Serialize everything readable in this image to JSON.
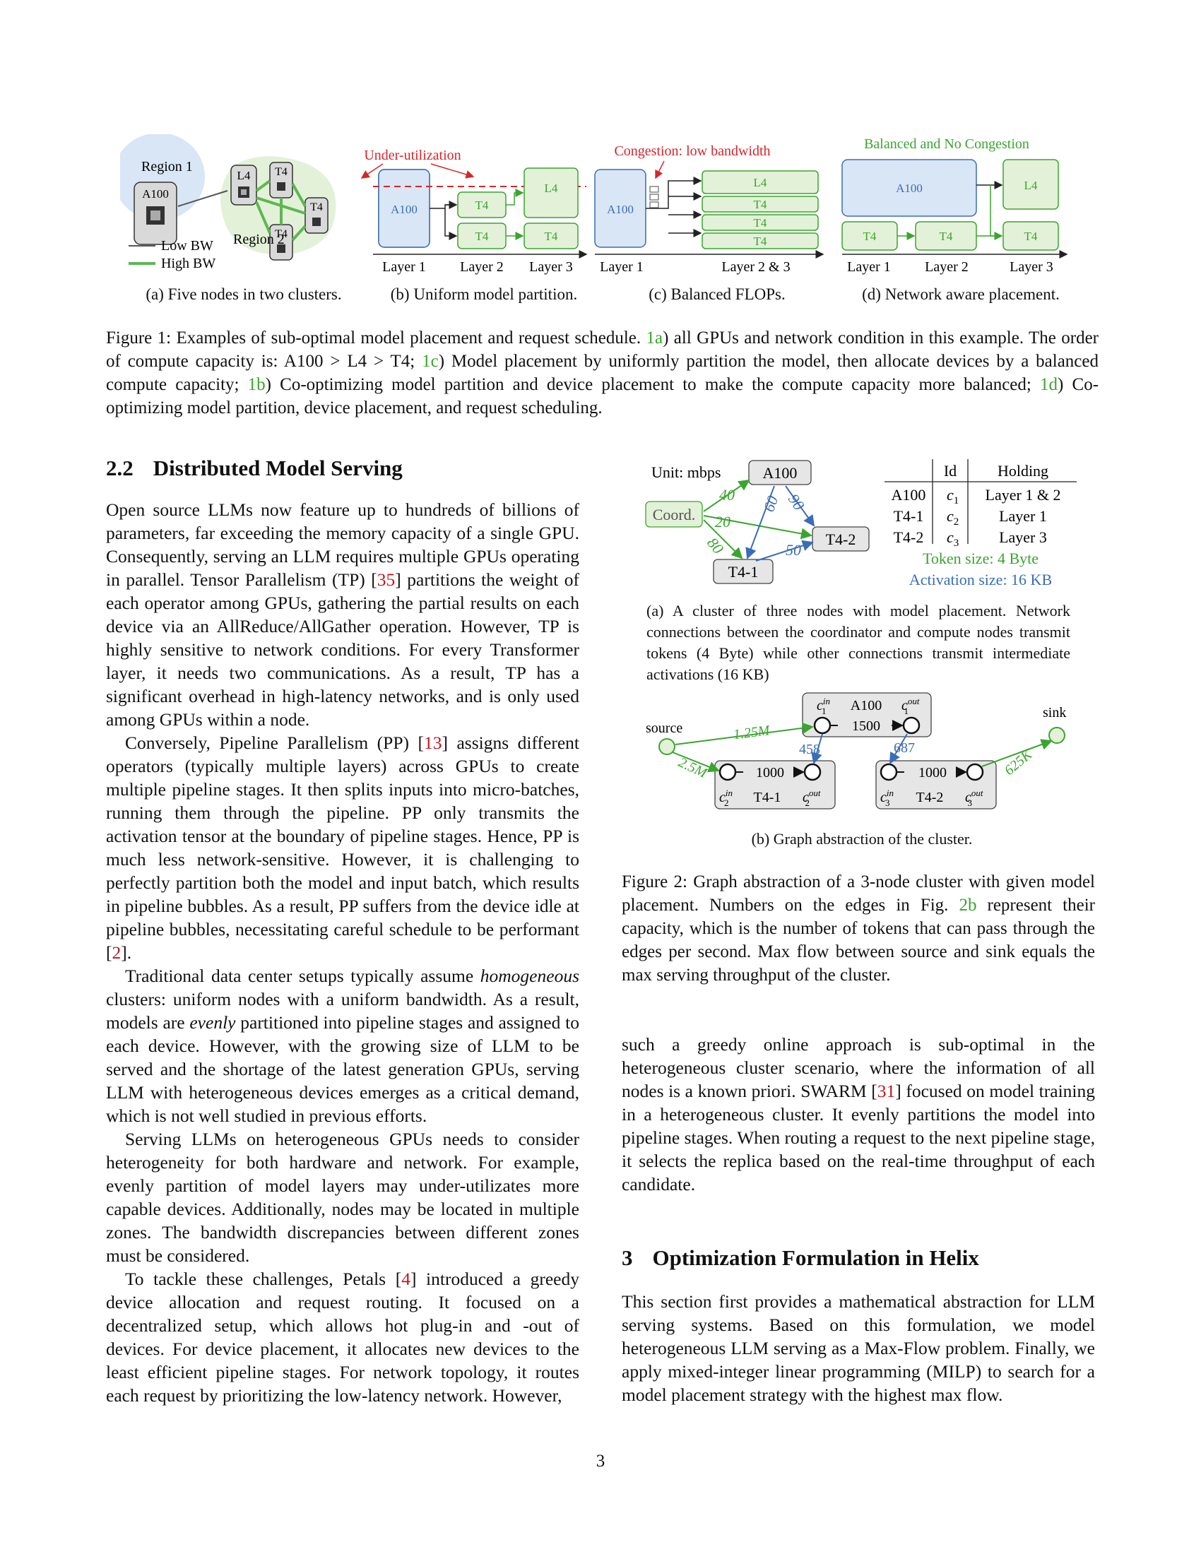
{
  "colors": {
    "green": "#3aa52e",
    "blue": "#3a6db5",
    "red": "#d6262a",
    "link_red": "#c0161c",
    "gray_box": "#e6e6e6",
    "green_fill": "#e3f1d8",
    "blue_fill": "#d9e6f5"
  },
  "figure1": {
    "a": {
      "region1": "Region 1",
      "region2": "Region 2",
      "a100": "A100",
      "l4": "L4",
      "t4": "T4",
      "low_bw": "Low BW",
      "high_bw": "High BW",
      "caption": "(a) Five nodes in two clusters."
    },
    "b": {
      "annotation": "Under-utilization",
      "a100": "A100",
      "t4": "T4",
      "l4": "L4",
      "layer1": "Layer 1",
      "layer2": "Layer 2",
      "layer3": "Layer 3",
      "caption": "(b) Uniform model partition."
    },
    "c": {
      "annotation": "Congestion: low bandwidth",
      "a100": "A100",
      "l4": "L4",
      "t4": "T4",
      "layer1": "Layer 1",
      "layer23": "Layer 2 & 3",
      "caption": "(c) Balanced FLOPs."
    },
    "d": {
      "annotation": "Balanced and No Congestion",
      "a100": "A100",
      "l4": "L4",
      "t4": "T4",
      "layer1": "Layer 1",
      "layer2": "Layer 2",
      "layer3": "Layer 3",
      "caption": "(d) Network aware placement."
    },
    "caption": {
      "prefix": "Figure 1: Examples of sub-optimal model placement and request schedule.",
      "ref_1a": "1a",
      "text_1a": ") all GPUs and network condition in this example. The order of compute capacity is: A100 > L4 > T4;",
      "ref_1c": "1c",
      "text_1c": ") Model placement by uniformly partition the model, then allocate devices by a balanced compute capacity;",
      "ref_1b": "1b",
      "text_1b": ") Co-optimizing model partition and device placement to make the compute capacity more balanced;",
      "ref_1d": "1d",
      "text_1d": ") Co-optimizing model partition, device placement, and request scheduling."
    }
  },
  "figure2": {
    "a": {
      "unit": "Unit: mbps",
      "a100": "A100",
      "coord": "Coord.",
      "t42": "T4-2",
      "t41": "T4-1",
      "edge_40": "40",
      "edge_20": "20",
      "edge_80": "80",
      "edge_60": "60",
      "edge_90": "90",
      "edge_50": "50",
      "table": {
        "headers": [
          "Id",
          "Holding"
        ],
        "rows": [
          {
            "node": "A100",
            "id": "c",
            "sub": "1",
            "holding": "Layer 1 & 2"
          },
          {
            "node": "T4-1",
            "id": "c",
            "sub": "2",
            "holding": "Layer 1"
          },
          {
            "node": "T4-2",
            "id": "c",
            "sub": "3",
            "holding": "Layer 3"
          }
        ]
      },
      "token_size": "Token size: 4 Byte",
      "activation_size": "Activation size: 16 KB",
      "caption": "(a) A cluster of three nodes with model placement. Network connections between the coordinator and compute nodes transmit tokens (4 Byte) while other connections transmit intermediate activations (16 KB)"
    },
    "b": {
      "source": "source",
      "sink": "sink",
      "a100": "A100",
      "t41": "T4-1",
      "t42": "T4-2",
      "cap_a100": "1500",
      "cap_t41": "1000",
      "cap_t42": "1000",
      "edge_125m": "1.25M",
      "edge_25m": "2.5M",
      "edge_625k": "625K",
      "edge_458": "458",
      "edge_687": "687",
      "c": "c",
      "in": "in",
      "out": "out",
      "s1": "1",
      "s2": "2",
      "s3": "3",
      "caption": "(b) Graph abstraction of the cluster."
    },
    "caption": {
      "part1": "Figure 2: Graph abstraction of a 3-node cluster with given model placement. Numbers on the edges in Fig.",
      "ref": "2b",
      "part2": "represent their capacity, which is the number of tokens that can pass through the edges per second. Max flow between source and sink equals the max serving throughput of the cluster."
    }
  },
  "section22": {
    "number": "2.2",
    "title": "Distributed Model Serving",
    "p1_a": "Open source LLMs now feature up to hundreds of billions of parameters, far exceeding the memory capacity of a single GPU. Consequently, serving an LLM requires multiple GPUs operating in parallel. Tensor Parallelism (TP) [",
    "ref35": "35",
    "p1_b": "] partitions the weight of each operator among GPUs, gathering the partial results on each device via an AllReduce/AllGather operation. However, TP is highly sensitive to network conditions. For every Transformer layer, it needs two communications. As a result, TP has a significant overhead in high-latency networks, and is only used among GPUs within a node.",
    "p2_a": "Conversely, Pipeline Parallelism (PP) [",
    "ref13": "13",
    "p2_b": "] assigns different operators (typically multiple layers) across GPUs to create multiple pipeline stages. It then splits inputs into micro-batches, running them through the pipeline. PP only transmits the activation tensor at the boundary of pipeline stages. Hence, PP is much less network-sensitive. However, it is challenging to perfectly partition both the model and input batch, which results in pipeline bubbles. As a result, PP suffers from the device idle at pipeline bubbles, necessitating careful schedule to be performant [",
    "ref2": "2",
    "p2_c": "].",
    "p3_a": "Traditional data center setups typically assume",
    "p3_em1": "homogeneous",
    "p3_b": "clusters: uniform nodes with a uniform bandwidth. As a result, models are",
    "p3_em2": "evenly",
    "p3_c": "partitioned into pipeline stages and assigned to each device. However, with the growing size of LLM to be served and the shortage of the latest generation GPUs, serving LLM with heterogeneous devices emerges as a critical demand, which is not well studied in previous efforts.",
    "p4": "Serving LLMs on heterogeneous GPUs needs to consider heterogeneity for both hardware and network. For example, evenly partition of model layers may under-utilizates more capable devices. Additionally, nodes may be located in multiple zones. The bandwidth discrepancies between different zones must be considered.",
    "p5_a": "To tackle these challenges, Petals [",
    "ref4": "4",
    "p5_b": "] introduced a greedy device allocation and request routing. It focused on a decentralized setup, which allows hot plug-in and -out of devices. For device placement, it allocates new devices to the least efficient pipeline stages. For network topology, it routes each request by prioritizing the low-latency network. However,"
  },
  "right_column": {
    "p1_a": "such a greedy online approach is sub-optimal in the heterogeneous cluster scenario, where the information of all nodes is a known priori. SWARM [",
    "ref31": "31",
    "p1_b": "] focused on model training in a heterogeneous cluster. It evenly partitions the model into pipeline stages. When routing a request to the next pipeline stage, it selects the replica based on the real-time throughput of each candidate."
  },
  "section3": {
    "number": "3",
    "title": "Optimization Formulation in Helix",
    "p1": "This section first provides a mathematical abstraction for LLM serving systems. Based on this formulation, we model heterogeneous LLM serving as a Max-Flow problem. Finally, we apply mixed-integer linear programming (MILP) to search for a model placement strategy with the highest max flow."
  },
  "page_number": "3"
}
